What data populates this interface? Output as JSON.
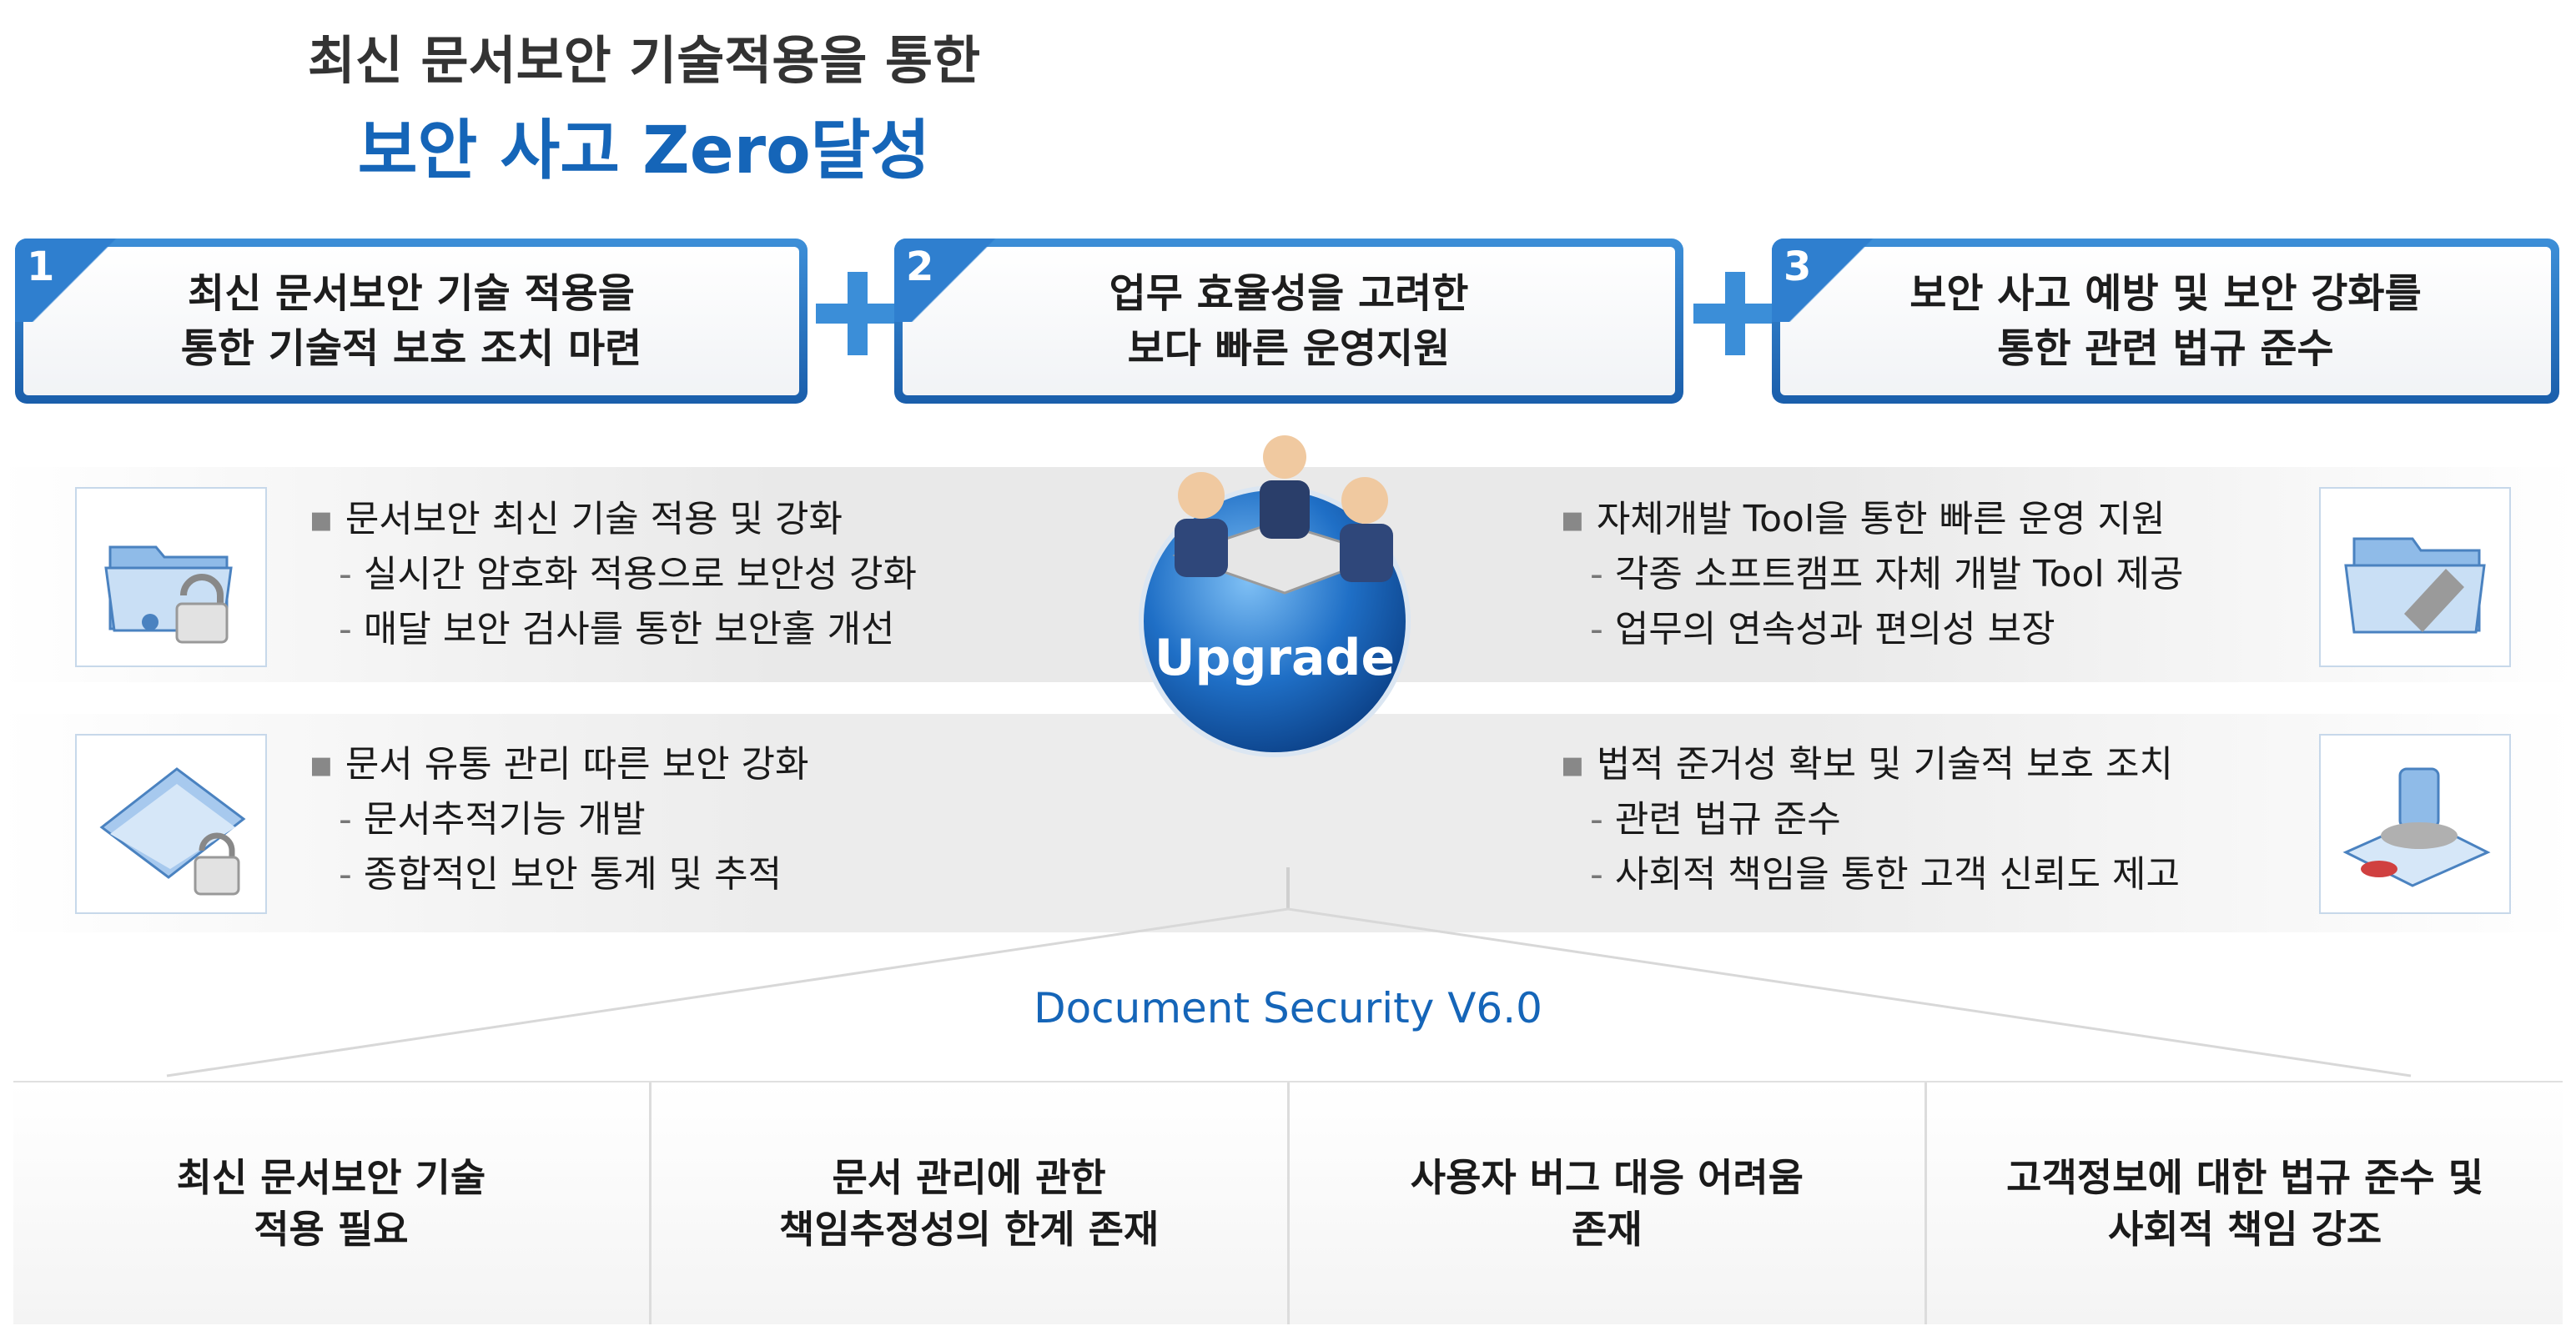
{
  "header": {
    "line1": "최신 문서보안 기술적용을 통한",
    "line2": "보안 사고 Zero달성"
  },
  "goals": [
    {
      "num": "1",
      "line1": "최신 문서보안 기술 적용을",
      "line2": "통한 기술적 보호 조치 마련"
    },
    {
      "num": "2",
      "line1": "업무 효율성을 고려한",
      "line2": "보다 빠른 운영지원"
    },
    {
      "num": "3",
      "line1": "보안 사고 예방 및 보안 강화를",
      "line2": "통한 관련 법규 준수"
    }
  ],
  "features": {
    "left_top": {
      "head": "문서보안 최신 기술 적용 및 강화",
      "subs": [
        "실시간 암호화 적용으로 보안성 강화",
        "매달 보안 검사를 통한 보안홀 개선"
      ]
    },
    "left_bottom": {
      "head": "문서 유통 관리 따른 보안 강화",
      "subs": [
        "문서추적기능 개발",
        "종합적인 보안 통계 및 추적"
      ]
    },
    "right_top": {
      "head": "자체개발 Tool을 통한 빠른 운영 지원",
      "subs": [
        "각종 소프트캠프 자체 개발 Tool 제공",
        "업무의 연속성과 편의성 보장"
      ]
    },
    "right_bottom": {
      "head": "법적 준거성 확보 및 기술적 보호 조치",
      "subs": [
        "관련 법규 준수",
        "사회적 책임을 통한 고객 신뢰도 제고"
      ]
    }
  },
  "center": {
    "label": "Upgrade"
  },
  "product": {
    "label": "Document Security V6.0"
  },
  "problems": [
    {
      "line1": "최신 문서보안 기술",
      "line2": "적용 필요"
    },
    {
      "line1": "문서 관리에 관한",
      "line2": "책임추정성의 한계 존재"
    },
    {
      "line1": "사용자 버그 대응 어려움",
      "line2": "존재"
    },
    {
      "line1": "고객정보에 대한 법규 준수 및",
      "line2": "사회적 책임 강조"
    }
  ],
  "colors": {
    "accent": "#1565b8",
    "box_border": "#2f7fcf",
    "plus": "#3b8ed8"
  },
  "icons": [
    "folder-lock-icon",
    "folder-stamp-icon",
    "document-lock-icon",
    "stamp-icon",
    "business-people-icon"
  ]
}
